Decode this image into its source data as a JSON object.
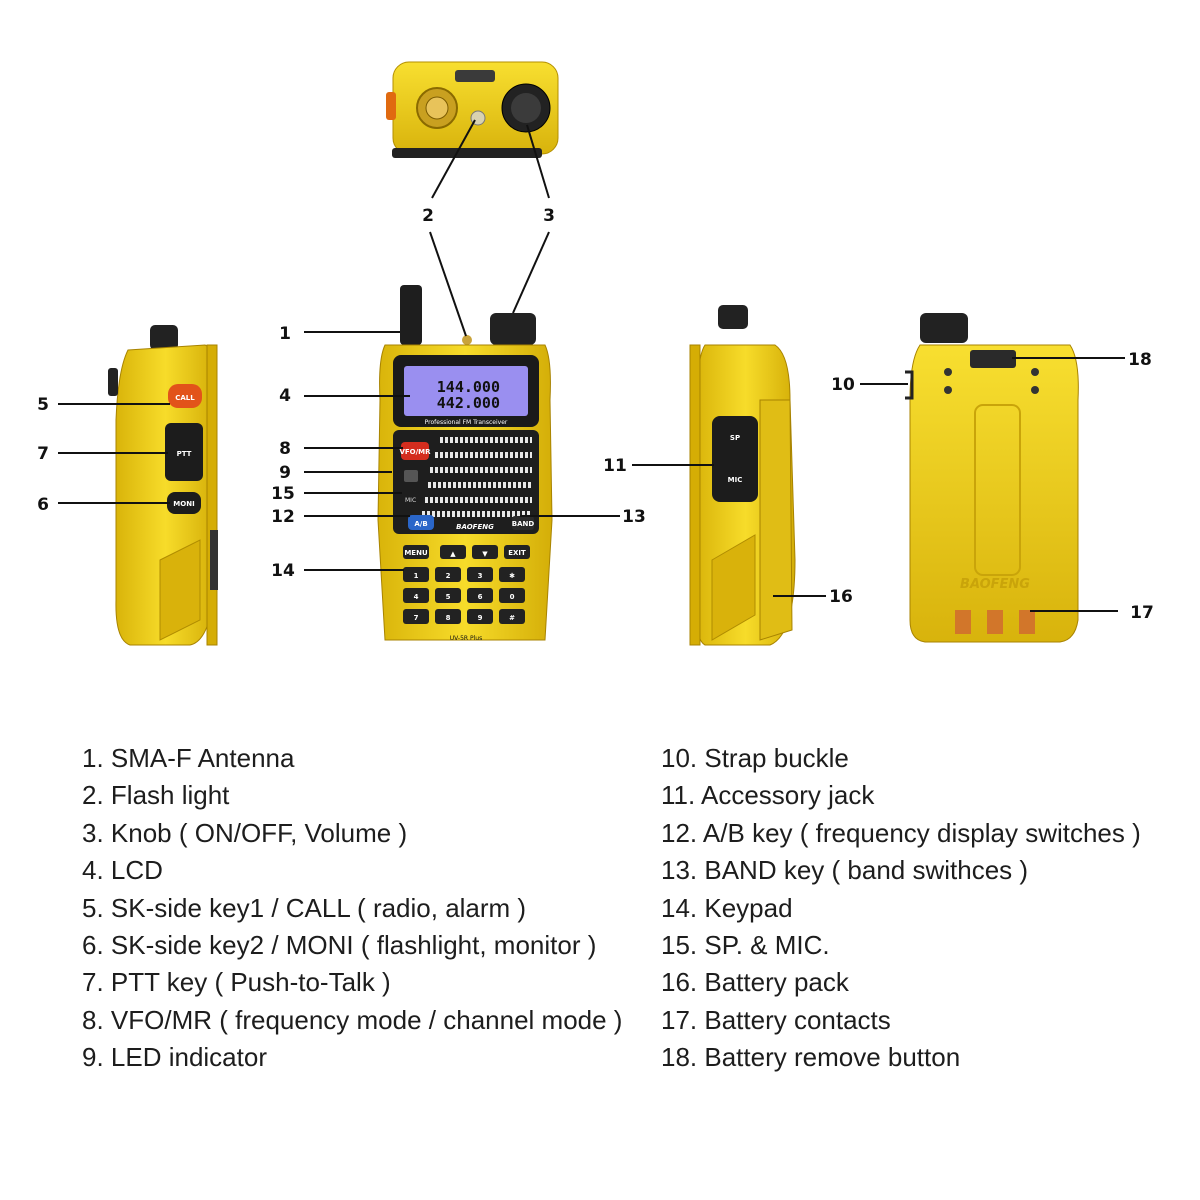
{
  "radio": {
    "lcd_line1": "144.000",
    "lcd_line2": "442.000",
    "lcd_caption": "Professional FM Transceiver",
    "brand": "BAOFENG",
    "model": "UV-5R Plus",
    "keys": {
      "vfo_mr": "VFO/MR",
      "ab": "A/B",
      "band": "BAND",
      "call": "CALL",
      "ptt": "PTT",
      "moni": "MONI",
      "mic": "MIC",
      "menu": "MENU",
      "exit": "EXIT",
      "sp": "SP",
      "keypad": [
        "1",
        "2",
        "3",
        "✱",
        "4",
        "5",
        "6",
        "0",
        "7",
        "8",
        "9",
        "#"
      ]
    },
    "body_color": "#f2d31b",
    "lcd_color": "#9a8ff0"
  },
  "callouts": [
    "1",
    "2",
    "3",
    "4",
    "5",
    "6",
    "7",
    "8",
    "9",
    "10",
    "11",
    "12",
    "13",
    "14",
    "15",
    "16",
    "17",
    "18"
  ],
  "legend": [
    "1. SMA-F Antenna",
    "2. Flash light",
    "3. Knob ( ON/OFF, Volume )",
    "4. LCD",
    "5. SK-side key1 / CALL ( radio, alarm )",
    "6. SK-side key2 / MONI ( flashlight, monitor )",
    "7. PTT key ( Push-to-Talk )",
    "8. VFO/MR ( frequency mode / channel mode )",
    "9. LED indicator",
    "10. Strap buckle",
    "11. Accessory jack",
    "12. A/B key ( frequency display switches )",
    "13. BAND key ( band swithces )",
    "14. Keypad",
    "15. SP. & MIC.",
    "16. Battery pack",
    "17. Battery contacts",
    "18. Battery remove button"
  ]
}
